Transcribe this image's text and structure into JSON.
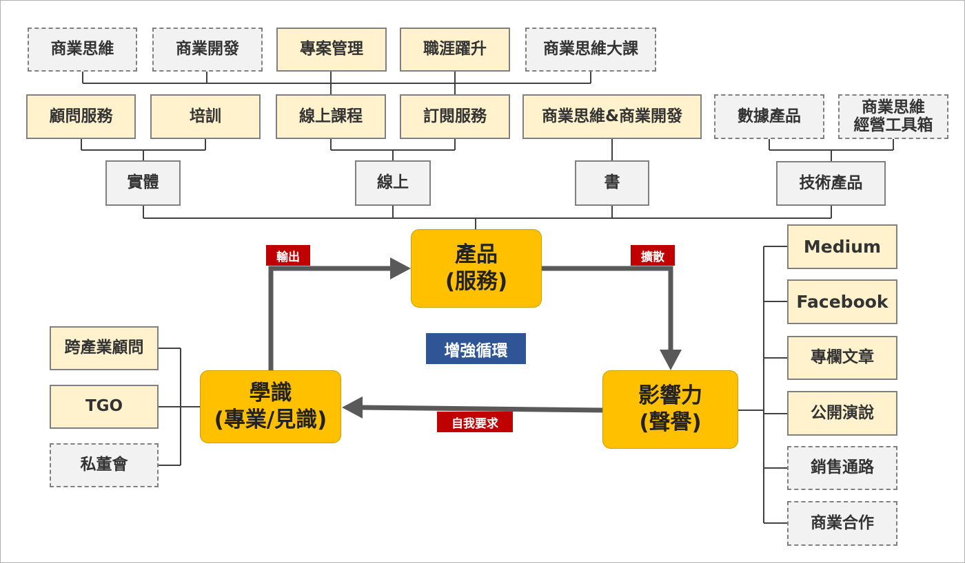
{
  "top_row": [
    "商業思維",
    "商業開發",
    "專案管理",
    "職涯躍升",
    "商業思維大課"
  ],
  "second_row": [
    "顧問服務",
    "培訓",
    "線上課程",
    "訂閱服務",
    "商業思維&商業開發",
    "數據產品",
    "商業思維\n經營工具箱"
  ],
  "categories": [
    "實體",
    "線上",
    "書",
    "技術產品"
  ],
  "core": {
    "product": [
      "產品",
      "(服務)"
    ],
    "knowledge": [
      "學識",
      "(專業/見識)"
    ],
    "influence": [
      "影響力",
      "(聲譽)"
    ]
  },
  "arrows": {
    "output": "輸出",
    "spread": "擴散",
    "self_demand": "自我要求"
  },
  "cycle_label": "增強循環",
  "left_items": [
    "跨產業顧問",
    "TGO",
    "私董會"
  ],
  "right_items": [
    "Medium",
    "Facebook",
    "專欄文章",
    "公開演說",
    "銷售通路",
    "商業合作"
  ],
  "colors": {
    "cream": "#fff2cc",
    "core": "#ffc000",
    "tag_red": "#c00000",
    "cycle_blue": "#2f5597",
    "arrow_gray": "#595959"
  }
}
